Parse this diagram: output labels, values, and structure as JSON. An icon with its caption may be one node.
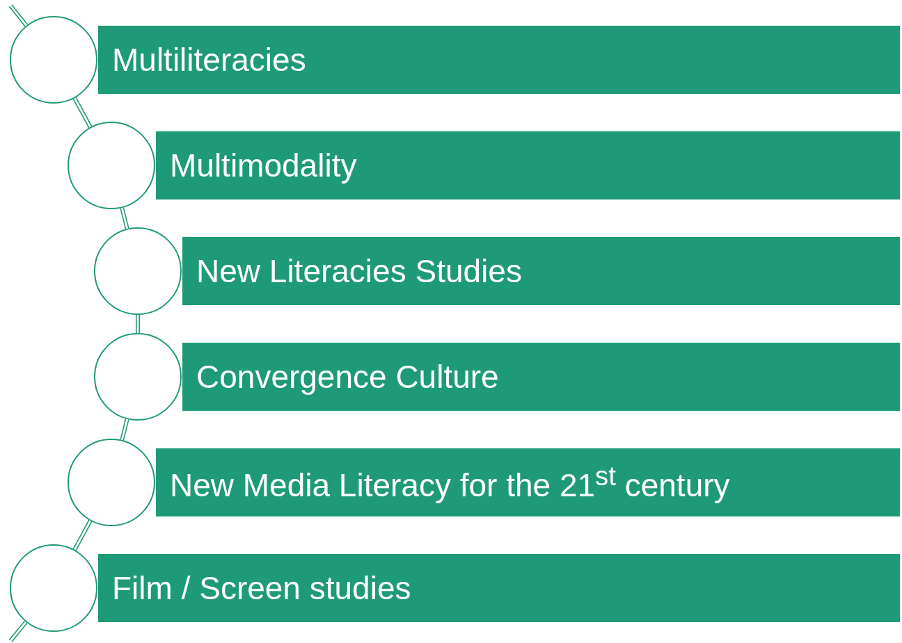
{
  "diagram": {
    "nodes": [
      {
        "text": [],
        "shape": "circle"
      },
      {
        "text": [
          "Multiliteracies"
        ]
      },
      {
        "text": [],
        "shape": "circle"
      },
      {
        "text": [
          "Multimodality"
        ]
      },
      {
        "text": [],
        "shape": "circle"
      },
      {
        "text": [
          "New Literacies Studies"
        ]
      },
      {
        "text": [],
        "shape": "circle"
      },
      {
        "text": [
          "Convergence Culture"
        ]
      },
      {
        "text": [],
        "shape": "circle"
      },
      {
        "text": [
          "New Media Literacy for the 21$^{st}$ century"
        ]
      },
      {
        "text": [],
        "shape": "circle"
      },
      {
        "text": [
          "Film / Screen studies"
        ]
      }
    ],
    "edges": [
      {
        "from": null,
        "to": 0,
        "arrow": "none"
      },
      {
        "from": 0,
        "to": 2,
        "arrow": "none"
      },
      {
        "from": 2,
        "to": 4,
        "arrow": "none"
      },
      {
        "from": 4,
        "to": 6,
        "arrow": "none"
      },
      {
        "from": 6,
        "to": 8,
        "arrow": "none"
      },
      {
        "from": 8,
        "to": 10,
        "arrow": "none"
      },
      {
        "from": 10,
        "to": null,
        "arrow": "none"
      }
    ]
  }
}
